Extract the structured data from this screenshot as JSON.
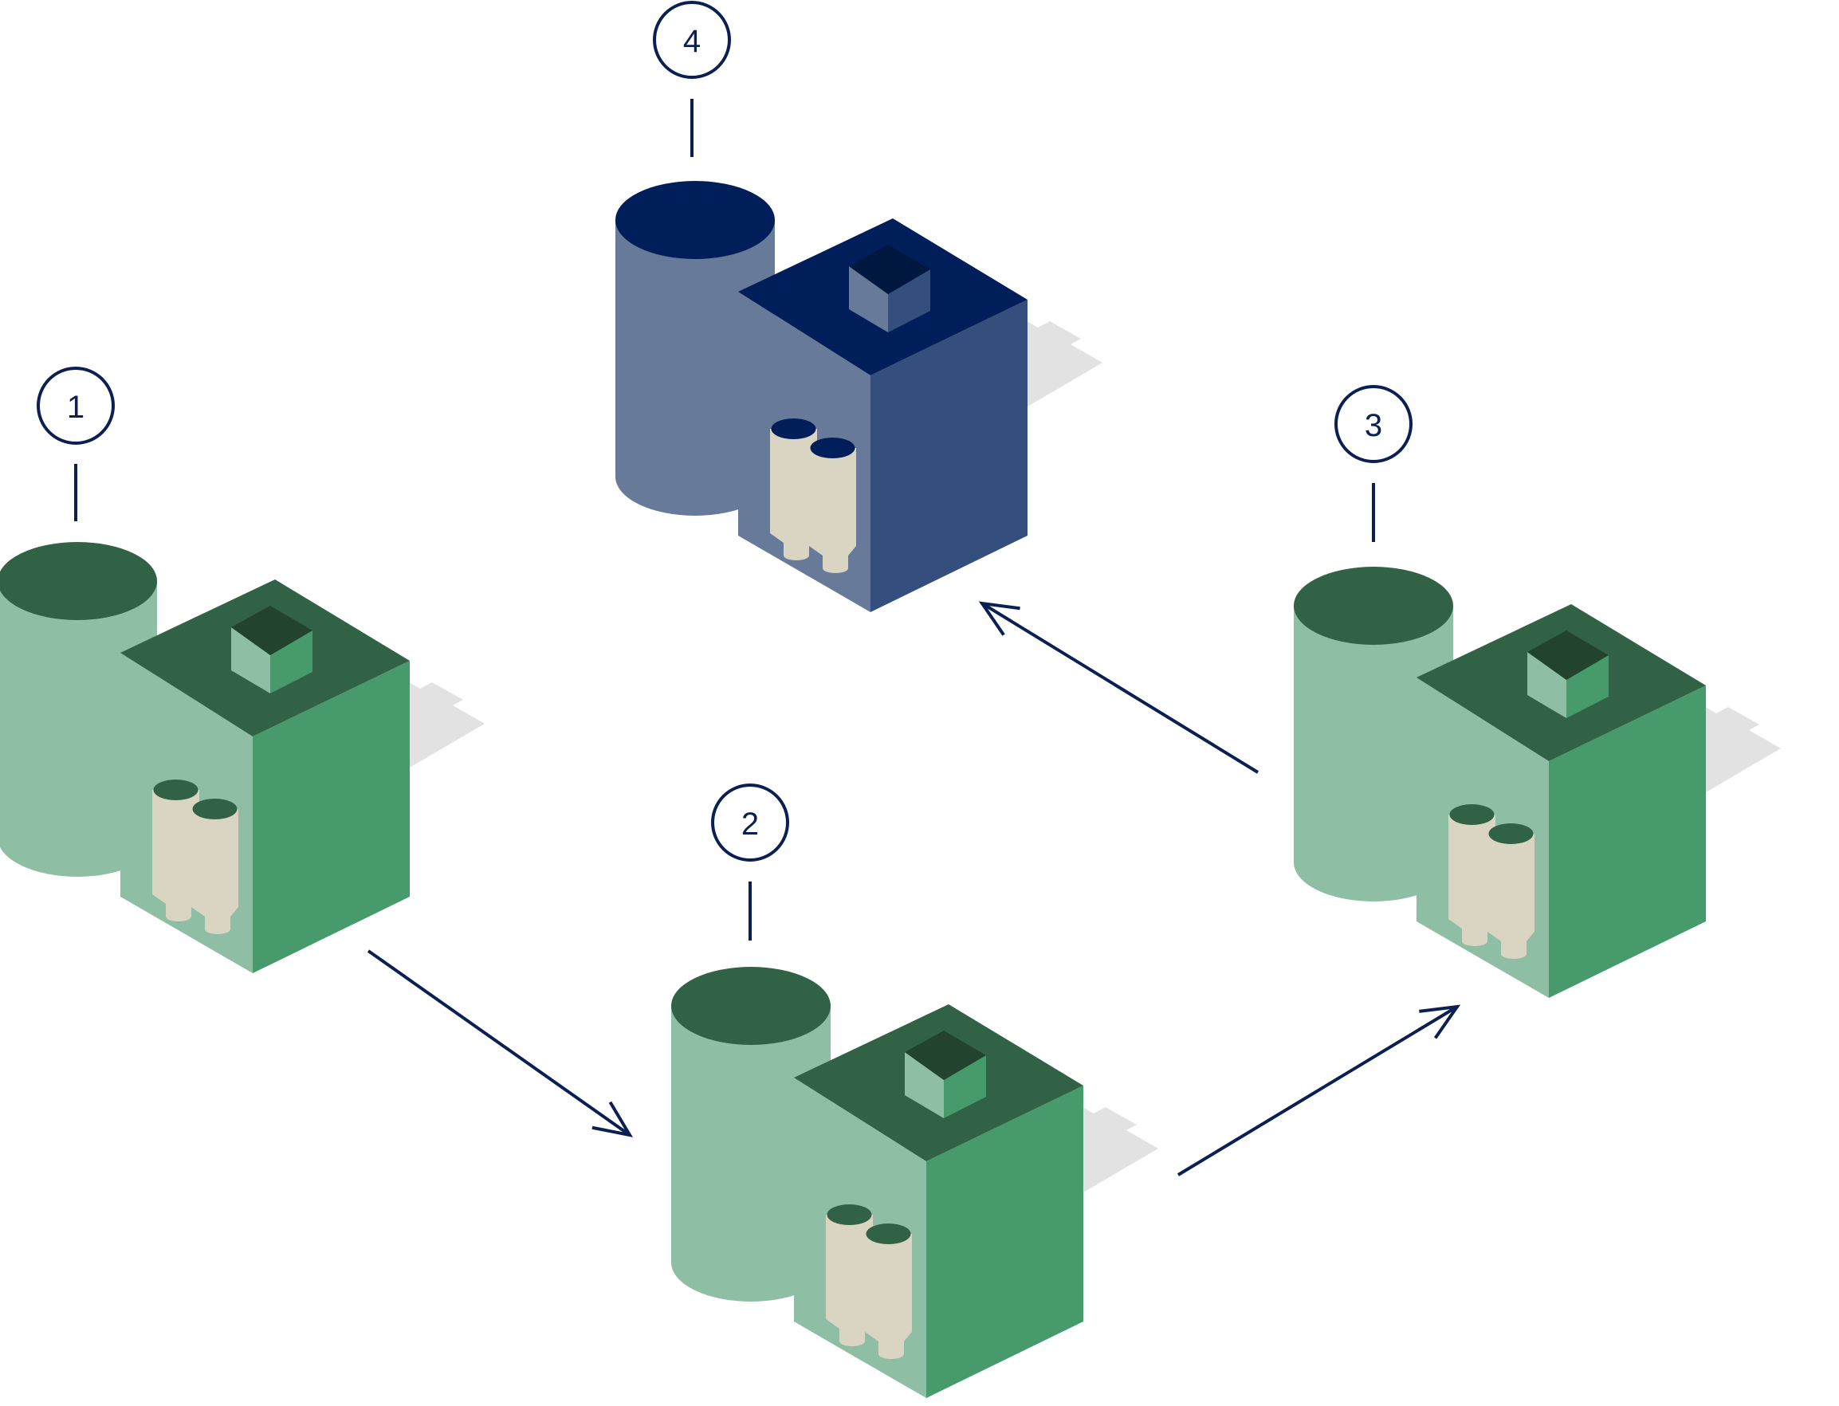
{
  "colors": {
    "navy": "#0a1f52",
    "shadow": "#e2e2e2",
    "green_dark": "#326245",
    "green_mid": "#479a6c",
    "green_light": "#8ebea4",
    "green_darker": "#22442f",
    "blue_dark": "#001f5a",
    "blue_mid": "#344f7e",
    "blue_light": "#677a9a",
    "blue_darker": "#00183f",
    "tank": "#dad4c3"
  },
  "steps": [
    {
      "label": "1",
      "theme": "green",
      "icon": "factory-icon"
    },
    {
      "label": "2",
      "theme": "green",
      "icon": "factory-icon"
    },
    {
      "label": "3",
      "theme": "green",
      "icon": "factory-icon"
    },
    {
      "label": "4",
      "theme": "blue",
      "icon": "factory-icon"
    }
  ],
  "flow": [
    {
      "from": "1",
      "to": "2"
    },
    {
      "from": "2",
      "to": "3"
    },
    {
      "from": "3",
      "to": "4"
    }
  ]
}
